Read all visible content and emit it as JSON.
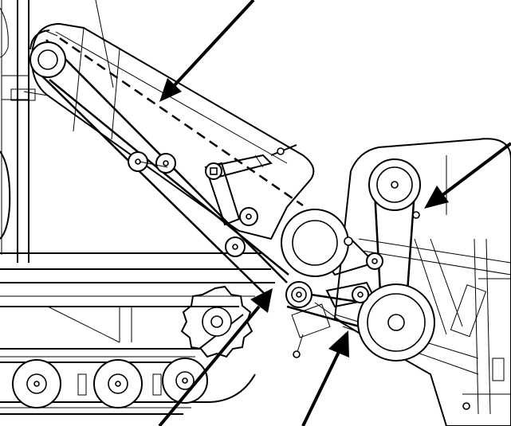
{
  "diagram": {
    "kind": "belt-drive-line-drawing",
    "colors": {
      "ink": "#000000",
      "paper": "#ffffff"
    },
    "callout_arrows": [
      {
        "id": "arrow-upper-center",
        "points_to": "dashed-belt-path"
      },
      {
        "id": "arrow-right",
        "points_to": "drive-pulley-upper-right"
      },
      {
        "id": "arrow-bottom-left",
        "points_to": "idler-pulley-lower"
      },
      {
        "id": "arrow-bottom-center",
        "points_to": "belt-lower-run"
      }
    ],
    "pulleys": [
      "pulley-top-left",
      "idler-pulley-upper-pair-left",
      "idler-pulley-upper-pair-right",
      "idler-pulley-arm-top",
      "idler-pulley-arm-lower",
      "large-pulley-center",
      "drive-pulley-upper-right",
      "large-pulley-lower-right",
      "idler-pulley-lower",
      "track-wheel-1",
      "track-wheel-2",
      "track-wheel-3"
    ]
  }
}
